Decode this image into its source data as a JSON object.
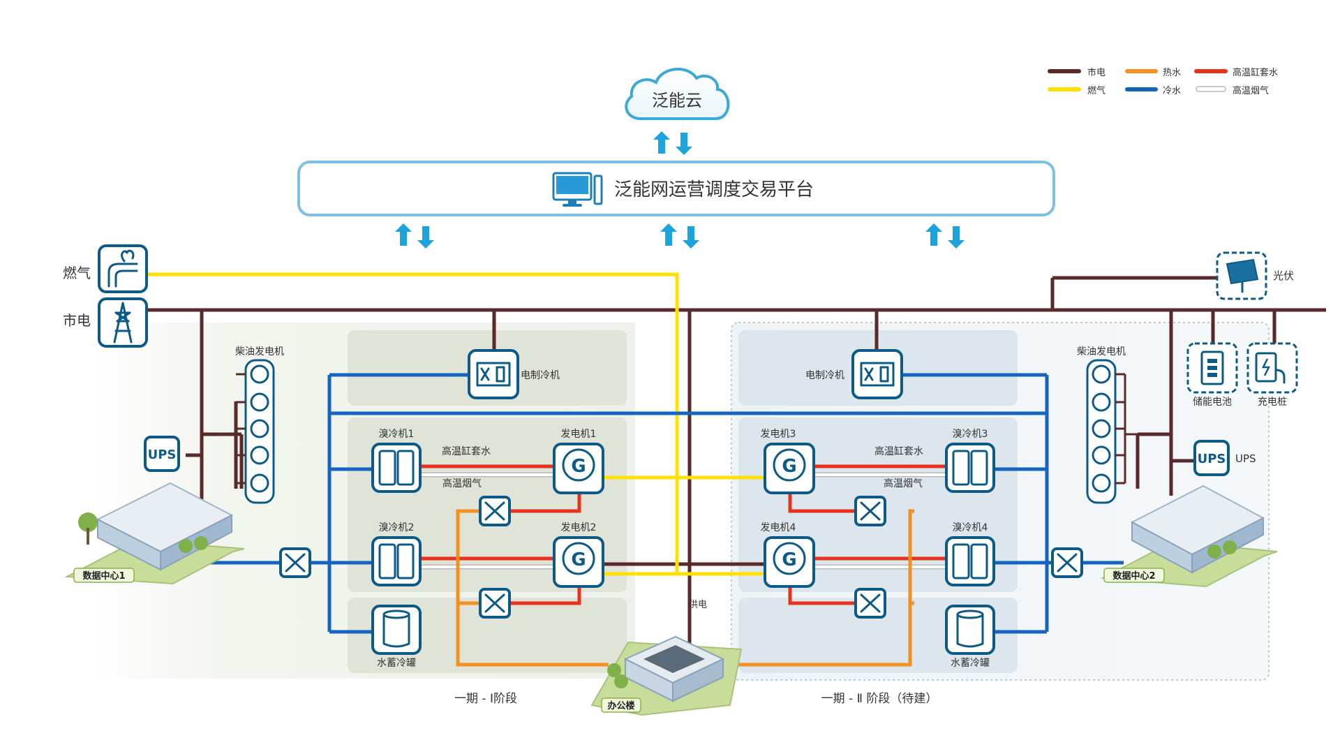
{
  "legend": [
    {
      "label": "市电",
      "color": "#5a2a2a"
    },
    {
      "label": "热水",
      "color": "#f39020"
    },
    {
      "label": "高温缸套水",
      "color": "#e8321c"
    },
    {
      "label": "燃气",
      "color": "#ffe000"
    },
    {
      "label": "冷水",
      "color": "#1565c0"
    },
    {
      "label": "高温烟气",
      "color": "#ffffff"
    }
  ],
  "cloud_label": "泛能云",
  "platform_label": "泛能网运营调度交易平台",
  "sources": {
    "gas": "燃气",
    "grid": "市电"
  },
  "solar_label": "光伏",
  "storage_battery_label": "储能电池",
  "charging_pile_label": "充电桩",
  "diesel_left": "柴油发电机",
  "diesel_right": "柴油发电机",
  "ups_left": "UPS",
  "ups_right_icon": "UPS",
  "ups_right_label": "UPS",
  "chiller_left": "电制冷机",
  "chiller_right": "电制冷机",
  "absorb1": "溴冷机1",
  "absorb2": "溴冷机2",
  "absorb3": "溴冷机3",
  "absorb4": "溴冷机4",
  "gen1": "发电机1",
  "gen2": "发电机2",
  "gen3": "发电机3",
  "gen4": "发电机4",
  "jacket_left": "高温缸套水",
  "flue_left": "高温烟气",
  "jacket_right": "高温缸套水",
  "flue_right": "高温烟气",
  "tank_left": "水蓄冷罐",
  "tank_right": "水蓄冷罐",
  "supply_label": "供电",
  "dc1": "数据中心1",
  "dc2": "数据中心2",
  "office": "办公楼",
  "phase_left": "一期 - Ⅰ阶段",
  "phase_right": "一期 - Ⅱ 阶段（待建）",
  "gen_letter": "G"
}
